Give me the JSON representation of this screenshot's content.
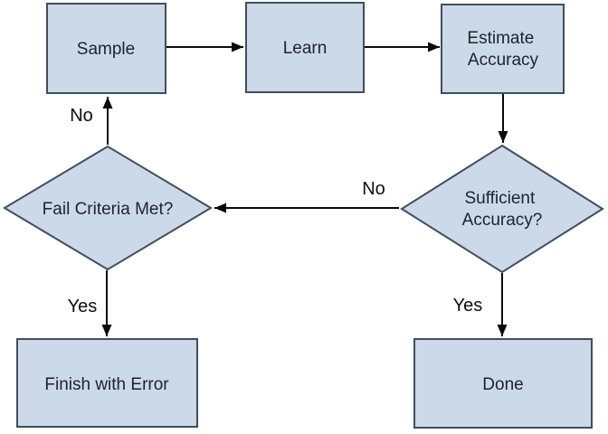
{
  "diagram": {
    "type": "flowchart",
    "nodes": {
      "sample": {
        "label": "Sample"
      },
      "learn": {
        "label": "Learn"
      },
      "estimate": {
        "line1": "Estimate",
        "line2": "Accuracy"
      },
      "fail_criteria": {
        "label": "Fail Criteria Met?"
      },
      "sufficient": {
        "line1": "Sufficient",
        "line2": "Accuracy?"
      },
      "finish_error": {
        "label": "Finish with Error"
      },
      "done": {
        "label": "Done"
      }
    },
    "edges": {
      "sample_to_learn": {
        "label": ""
      },
      "learn_to_estimate": {
        "label": ""
      },
      "estimate_to_sufficient": {
        "label": ""
      },
      "sufficient_to_fail": {
        "label": "No"
      },
      "fail_to_sample": {
        "label": "No"
      },
      "fail_to_finish": {
        "label": "Yes"
      },
      "sufficient_to_done": {
        "label": "Yes"
      }
    }
  },
  "colors": {
    "node_fill": "#ccd9e8",
    "node_stroke": "#404e5c",
    "arrow": "#0a0a0a",
    "node_text": "#1c242e",
    "label_text": "#0d0d0d",
    "background": "#ffffff"
  }
}
